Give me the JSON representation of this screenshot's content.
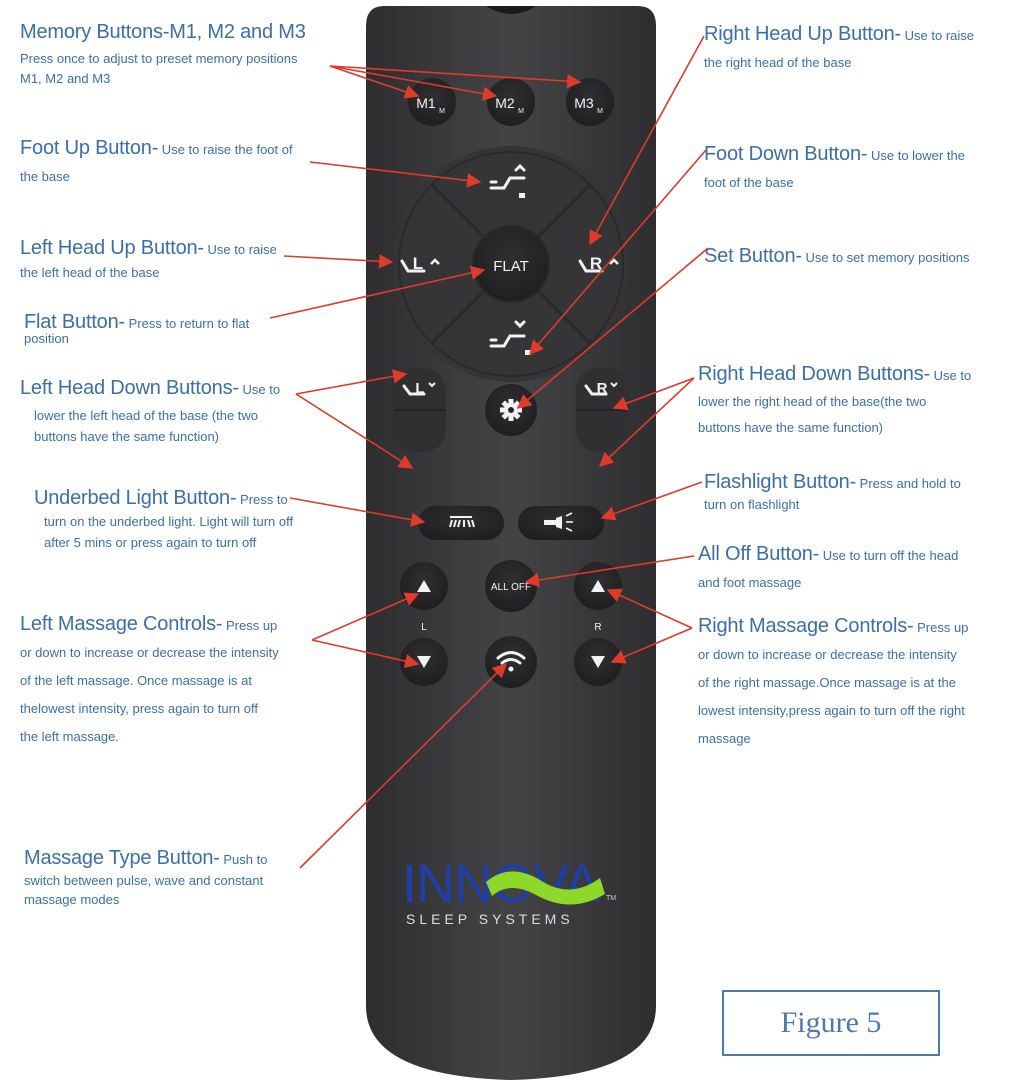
{
  "labels": {
    "memory": {
      "title": "Memory Buttons-M1, M2 and M3",
      "desc": "Press once to adjust to preset memory positions",
      "desc2": "M1, M2 and M3"
    },
    "foot_up": {
      "title": "Foot Up Button-",
      "desc": " Use to raise the foot of",
      "desc2": "the base"
    },
    "left_head_up": {
      "title": "Left Head Up Button-",
      "desc": " Use to raise",
      "desc2": "the left head of the base"
    },
    "flat": {
      "title": "Flat Button-",
      "desc": " Press to return to flat",
      "desc2": "position"
    },
    "left_head_down": {
      "title": "Left Head Down Buttons-",
      "desc": " Use to",
      "lines": [
        "lower the left head of the base (the two",
        "buttons have the same function)"
      ]
    },
    "underbed": {
      "title": "Underbed Light Button-",
      "desc": " Press to",
      "lines": [
        "turn on the underbed light. Light will turn off",
        "after 5 mins or press again to turn off"
      ]
    },
    "left_massage": {
      "title": "Left  Massage  Controls-",
      "desc": " Press up",
      "lines": [
        "or down to increase or decrease the intensity",
        "of the left massage. Once massage is at",
        "thelowest intensity, press again to  turn  off",
        "the left massage."
      ]
    },
    "massage_type": {
      "title": "Massage Type Button-",
      "desc": " Push to",
      "lines": [
        "switch between pulse, wave and constant",
        "massage modes"
      ]
    },
    "right_head_up": {
      "title": "Right Head Up Button-",
      "desc": " Use to raise",
      "desc2": "the right head of the base"
    },
    "foot_down": {
      "title": "Foot Down Button-",
      "desc": " Use to lower the",
      "desc2": "foot of the base"
    },
    "set": {
      "title": "Set Button-",
      "desc": " Use to set memory positions"
    },
    "right_head_down": {
      "title": "Right Head Down Buttons-",
      "desc": " Use to",
      "lines": [
        "lower the right head of the base(the two",
        "buttons have the same function)"
      ]
    },
    "flashlight": {
      "title": "Flashlight Button-",
      "desc": " Press and hold to",
      "desc2": "turn on flashlight"
    },
    "all_off": {
      "title": "All Off Button-",
      "desc": " Use to turn off the head",
      "desc2": "and foot massage"
    },
    "right_massage": {
      "title": "Right Massage Controls-",
      "desc": " Press up",
      "lines": [
        "or down to increase or decrease the intensity",
        "of the right massage.Once massage is at the",
        "lowest intensity,press again to turn off the right",
        "massage"
      ]
    }
  },
  "remote": {
    "m1": "M1",
    "m2": "M2",
    "m3": "M3",
    "sub": "M",
    "flat": "FLAT",
    "all_off": "ALL  OFF",
    "l": "L",
    "r": "R",
    "body_color": "#3a3a3c",
    "button_color": "#2a2a2c"
  },
  "logo": {
    "text": "INNOVA",
    "sub": "SLEEP SYSTEMS",
    "tm": "TM",
    "blue": "#1f3fa8",
    "green": "#8ed82a"
  },
  "figure": {
    "label": "Figure 5"
  },
  "colors": {
    "label_text": "#3a6fa8",
    "arrow": "#e03a2a"
  }
}
